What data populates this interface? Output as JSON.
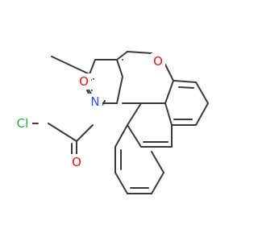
{
  "molecule": {
    "atom_labels": {
      "chlorine": "Cl",
      "carbonyl_oxygen": "O",
      "ring_oxygen_isoxazolidine": "O",
      "ring_nitrogen": "N",
      "ring_oxygen_pyran": "O"
    },
    "colors": {
      "bond": "#3a3a3a",
      "oxygen": "#ff0d0d",
      "nitrogen": "#3050f8",
      "chlorine": "#1fb53a"
    }
  }
}
